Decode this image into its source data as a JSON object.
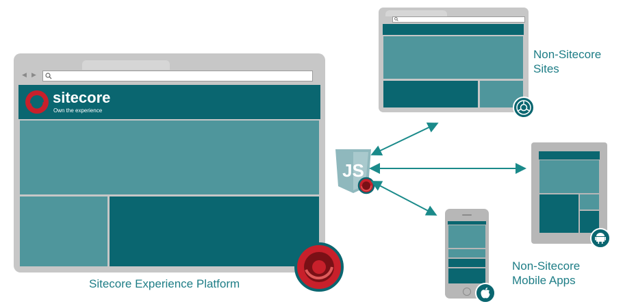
{
  "main_browser": {
    "logo_name": "sitecore",
    "logo_tagline": "Own the experience"
  },
  "labels": {
    "platform": "Sitecore Experience Platform",
    "sites_line1": "Non-Sitecore",
    "sites_line2": "Sites",
    "apps_line1": "Non-Sitecore",
    "apps_line2": "Mobile Apps"
  },
  "js_badge": "JS",
  "icons": [
    "js-shield-icon",
    "sitecore-logo-icon",
    "chrome-icon",
    "android-icon",
    "apple-icon",
    "search-icon"
  ],
  "colors": {
    "teal_dark": "#0a6670",
    "teal_light": "#4f969c",
    "frame_gray": "#c7c7c7",
    "label_teal": "#1e7d86",
    "sitecore_red": "#c8202b",
    "arrow_teal": "#1a8a8a"
  }
}
